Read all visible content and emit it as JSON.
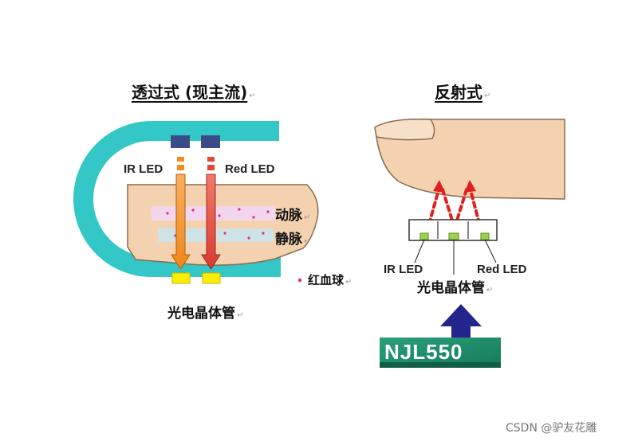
{
  "left": {
    "title": "透过式 (现主流)",
    "led_ir": "IR LED",
    "led_red": "Red LED",
    "artery": "动脉",
    "vein": "静脉",
    "rbc_legend": "红血球",
    "detector": "光电晶体管"
  },
  "right": {
    "title": "反射式",
    "led_ir": "IR LED",
    "led_red": "Red LED",
    "detector": "光电晶体管",
    "chip": "NJL550"
  },
  "watermark": "CSDN @驴友花雕",
  "return_mark": "↵",
  "colors": {
    "probe": "#33c7c7",
    "finger": "#f4d2b0",
    "finger_outline": "#8a6a50",
    "led_box": "#3b4a88",
    "detector": "#ffee00",
    "ir_arrow": "#f28c1c",
    "red_arrow": "#e0473a",
    "artery_band": "#f2d6ee",
    "vein_band": "#cfe3e6",
    "rbc": "#e02b7a",
    "big_arrow": "#24248f",
    "chip_bg": "#1d8c6a"
  }
}
